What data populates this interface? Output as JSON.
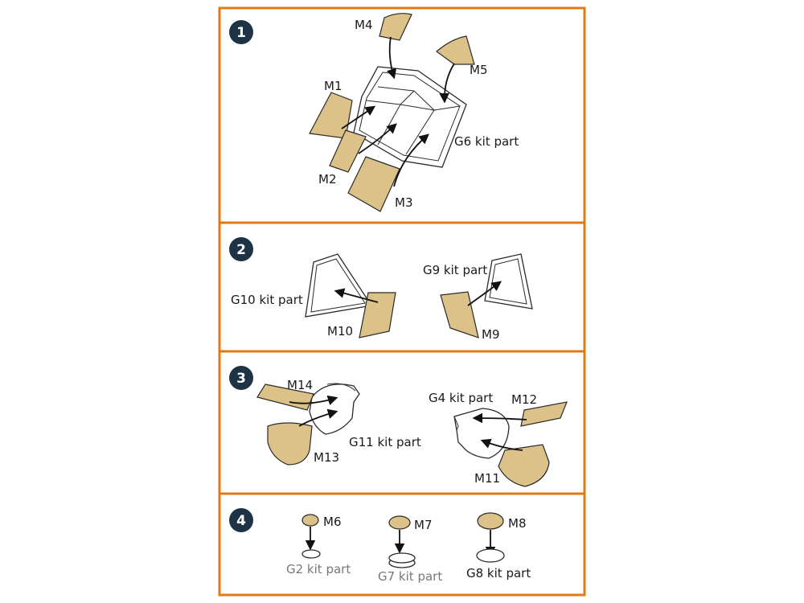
{
  "colors": {
    "frame": "#e07a16",
    "step_badge": "#1e3446",
    "mask_fill": "#dcc189",
    "outline": "#2a2a2a"
  },
  "steps": [
    {
      "number": "1",
      "labels": {
        "m4": "M4",
        "m5": "M5",
        "m1": "M1",
        "m2": "M2",
        "m3": "M3",
        "kit": "G6 kit part"
      }
    },
    {
      "number": "2",
      "labels": {
        "g10": "G10 kit part",
        "m10": "M10",
        "g9": "G9 kit part",
        "m9": "M9"
      }
    },
    {
      "number": "3",
      "labels": {
        "m14": "M14",
        "m13": "M13",
        "g11": "G11 kit part",
        "g4": "G4 kit part",
        "m12": "M12",
        "m11": "M11"
      }
    },
    {
      "number": "4",
      "labels": {
        "m6": "M6",
        "m7": "M7",
        "m8": "M8",
        "g2": "G2 kit part",
        "g7": "G7 kit part",
        "g8": "G8 kit part"
      }
    }
  ]
}
